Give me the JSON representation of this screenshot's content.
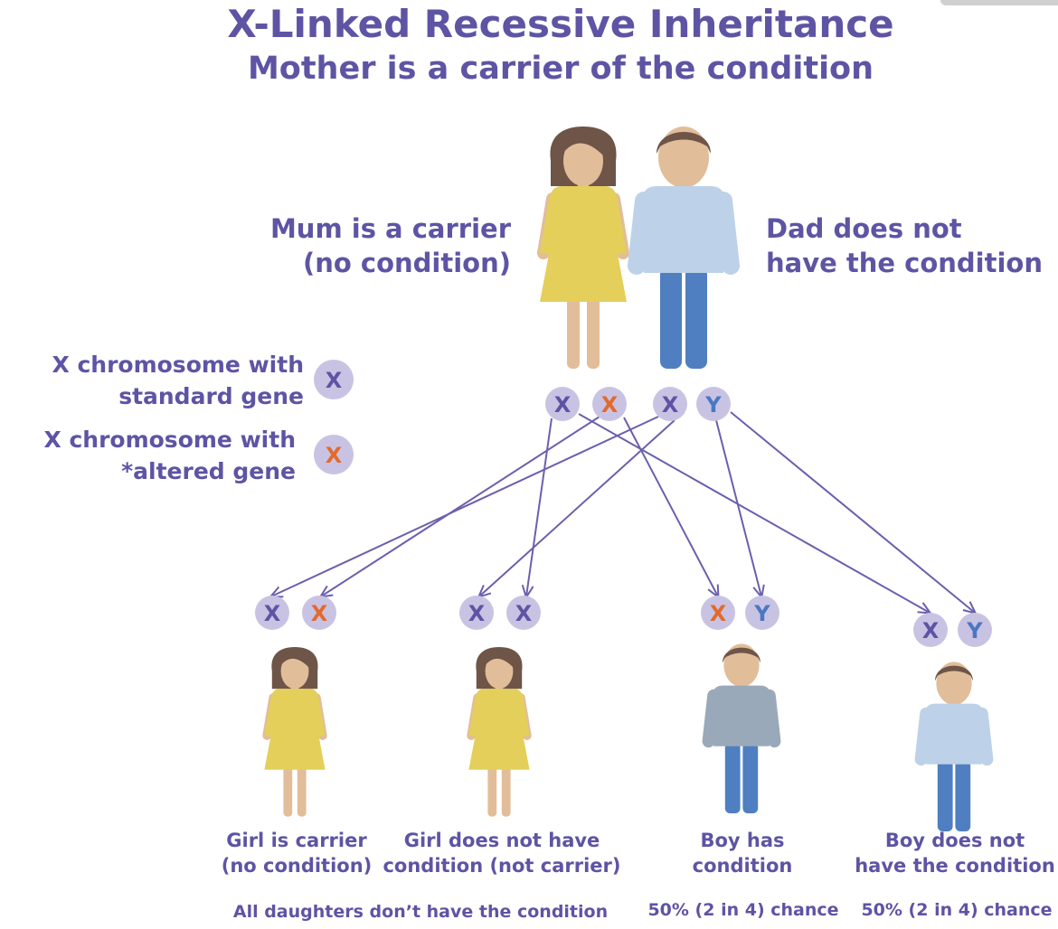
{
  "title": "X-Linked Recessive Inheritance",
  "subtitle": "Mother is a carrier of the condition",
  "parents": {
    "mum_label_line1": "Mum is a carrier",
    "mum_label_line2": "(no condition)",
    "dad_label_line1": "Dad does not",
    "dad_label_line2": "have the condition",
    "mum_chromosomes": [
      "X",
      "X"
    ],
    "dad_chromosomes": [
      "X",
      "Y"
    ]
  },
  "legend": {
    "standard_line1": "X chromosome with",
    "standard_line2": "standard gene",
    "standard_symbol": "X",
    "altered_line1": "X chromosome with",
    "altered_line2": "*altered gene",
    "altered_symbol": "X"
  },
  "children": [
    {
      "label_line1": "Girl is carrier",
      "label_line2": "(no condition)",
      "chromosomes": [
        "X",
        "X"
      ]
    },
    {
      "label_line1": "Girl does not have",
      "label_line2": "condition (not carrier)",
      "chromosomes": [
        "X",
        "X"
      ]
    },
    {
      "label_line1": "Boy has",
      "label_line2": "condition",
      "chromosomes": [
        "X",
        "Y"
      ]
    },
    {
      "label_line1": "Boy does not",
      "label_line2": "have the condition",
      "chromosomes": [
        "X",
        "Y"
      ]
    }
  ],
  "footnotes": {
    "daughters": "All daughters don’t have the condition",
    "son_affected_chance": "50% (2 in 4) chance",
    "son_unaffected_chance": "50% (2 in 4) chance"
  },
  "colors": {
    "text": "#5e54a4",
    "chromosome_bg": "#c9c3e3",
    "standard_x": "#5e54a4",
    "altered_x": "#e36a2c",
    "y_chromosome": "#4a78c2",
    "arrow": "#6a60ad",
    "dress": "#e4cf5a",
    "skin": "#e2bd9a",
    "hair": "#6e5548",
    "dad_shirt": "#bdd2e8",
    "trousers": "#4f7fc0",
    "affected_shirt": "#9aa9b9"
  }
}
